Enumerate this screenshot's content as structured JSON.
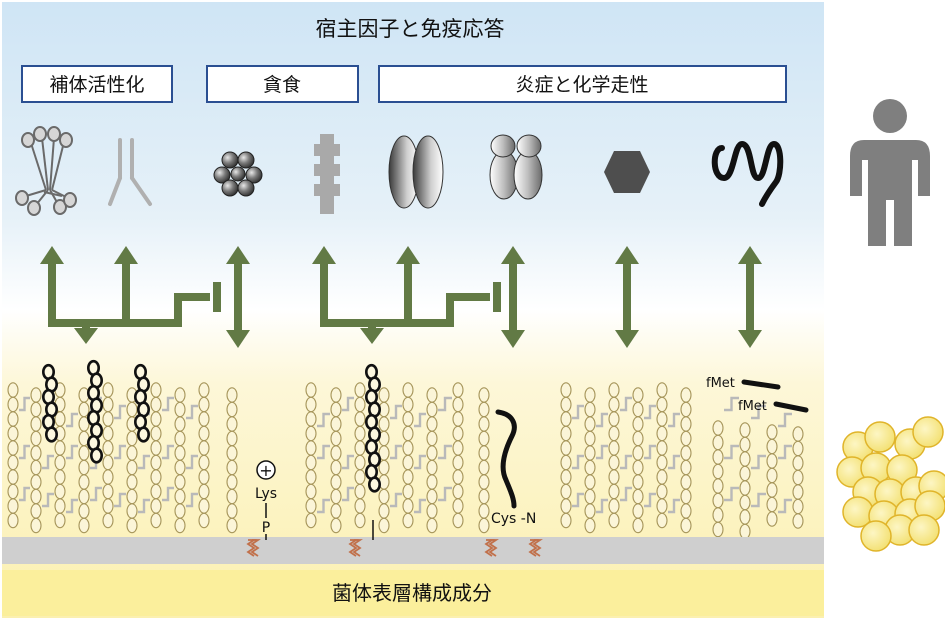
{
  "header": {
    "title": "宿主因子と免疫応答"
  },
  "categories": [
    {
      "label": "補体活性化"
    },
    {
      "label": "貪食"
    },
    {
      "label": "炎症と化学走性"
    }
  ],
  "labels": {
    "lys": "Lys",
    "p": "P",
    "cys_n": "Cys -N",
    "fmet1": "fMet",
    "fmet2": "fMet",
    "plus": "+"
  },
  "footer": {
    "label": "菌体表層構成成分"
  },
  "icons": [
    "complement-c1-icon",
    "antibody-icon",
    "spherical-cluster-icon",
    "peptide-stack-icon",
    "ellipsoid-dimer-icon",
    "tetramer-icon",
    "hexagon-icon",
    "coiled-chain-icon",
    "human-figure-icon",
    "bacteria-cluster-icon"
  ],
  "colors": {
    "top_gradient": "#cde4f4",
    "bottom_gradient": "#fbf2b8",
    "arrow": "#627a45",
    "membrane": "#d0d0d0",
    "footer_band": "#fbef9c",
    "box_border": "#2a4f92",
    "lipid": "#c1704a",
    "bacteria": "#f4e47c"
  }
}
